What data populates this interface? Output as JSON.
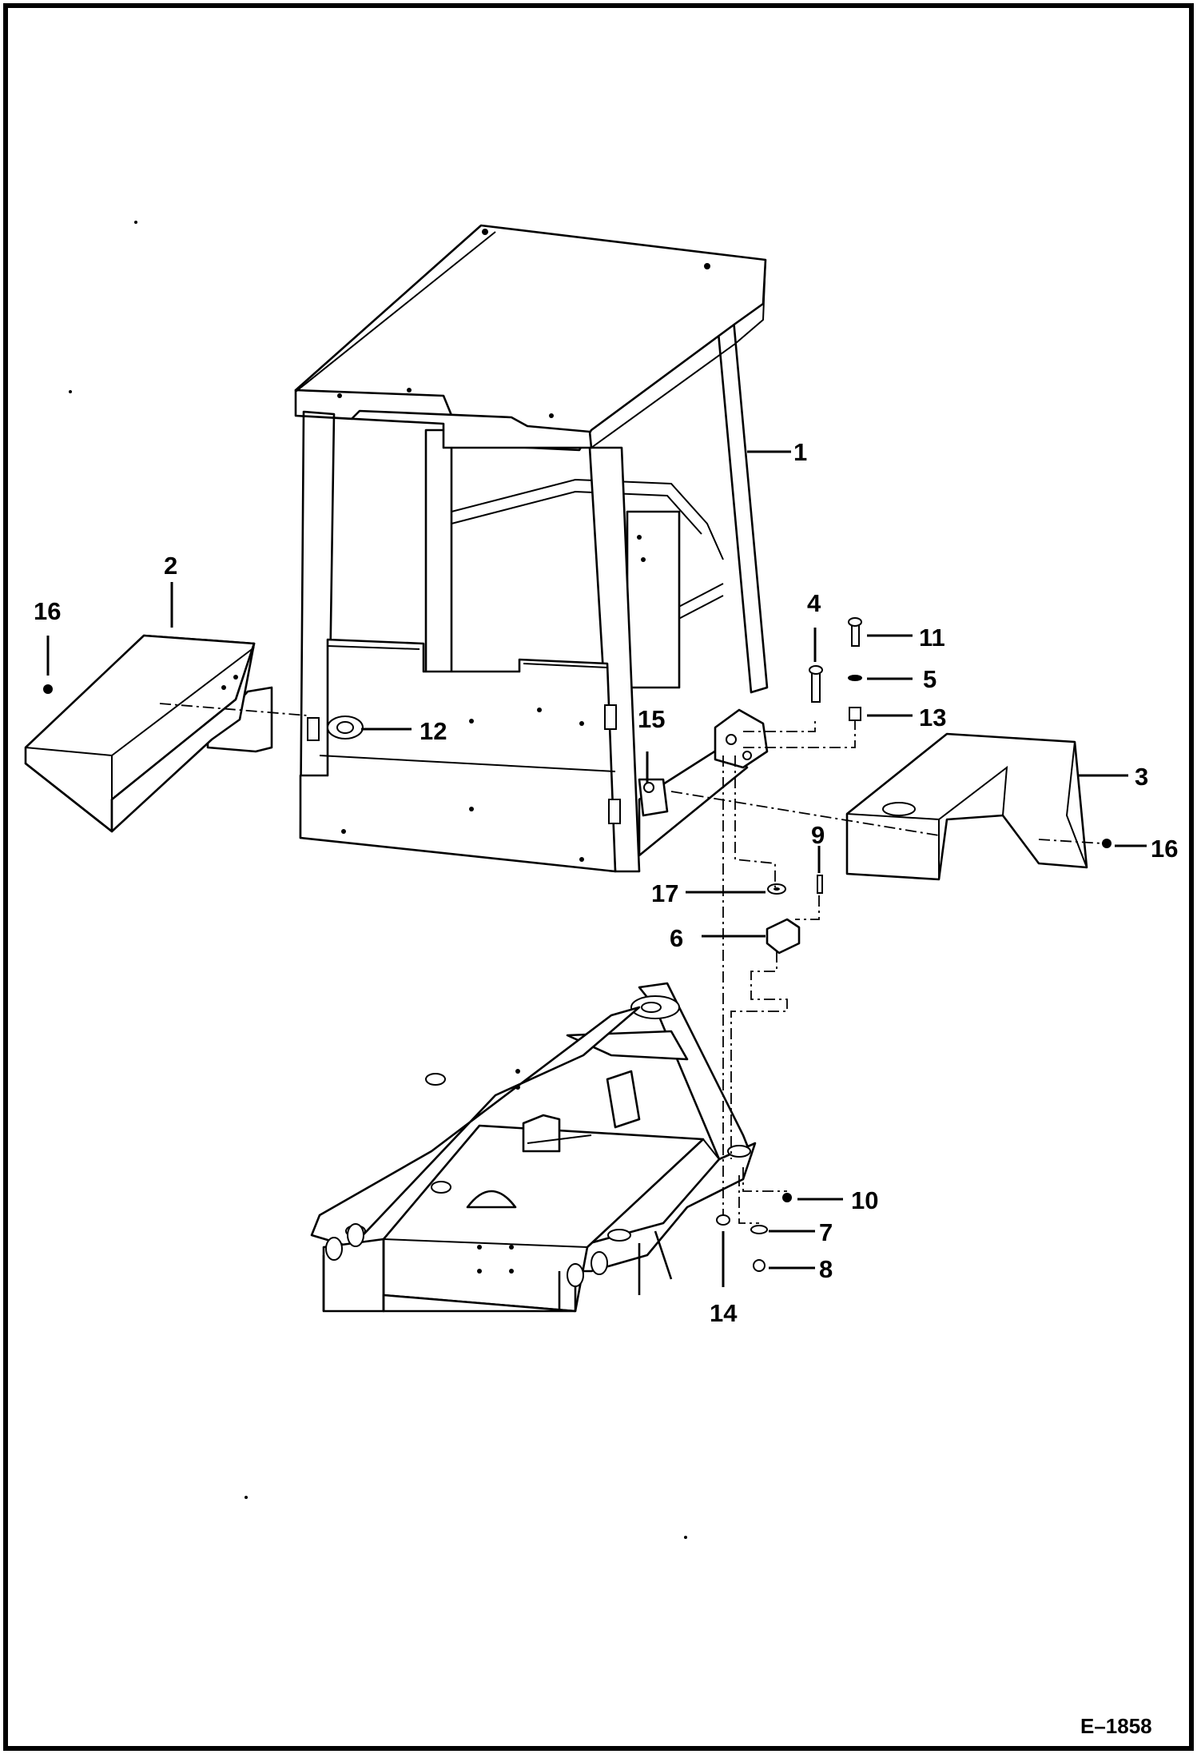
{
  "figure_code": "E–1858",
  "callouts": [
    {
      "id": "1",
      "label": "1"
    },
    {
      "id": "2",
      "label": "2"
    },
    {
      "id": "3",
      "label": "3"
    },
    {
      "id": "4",
      "label": "4"
    },
    {
      "id": "5",
      "label": "5"
    },
    {
      "id": "6",
      "label": "6"
    },
    {
      "id": "7",
      "label": "7"
    },
    {
      "id": "8",
      "label": "8"
    },
    {
      "id": "9",
      "label": "9"
    },
    {
      "id": "10",
      "label": "10"
    },
    {
      "id": "11",
      "label": "11"
    },
    {
      "id": "12",
      "label": "12"
    },
    {
      "id": "13",
      "label": "13"
    },
    {
      "id": "14",
      "label": "14"
    },
    {
      "id": "15",
      "label": "15"
    },
    {
      "id": "16a",
      "label": "16"
    },
    {
      "id": "16b",
      "label": "16"
    },
    {
      "id": "17",
      "label": "17"
    }
  ]
}
